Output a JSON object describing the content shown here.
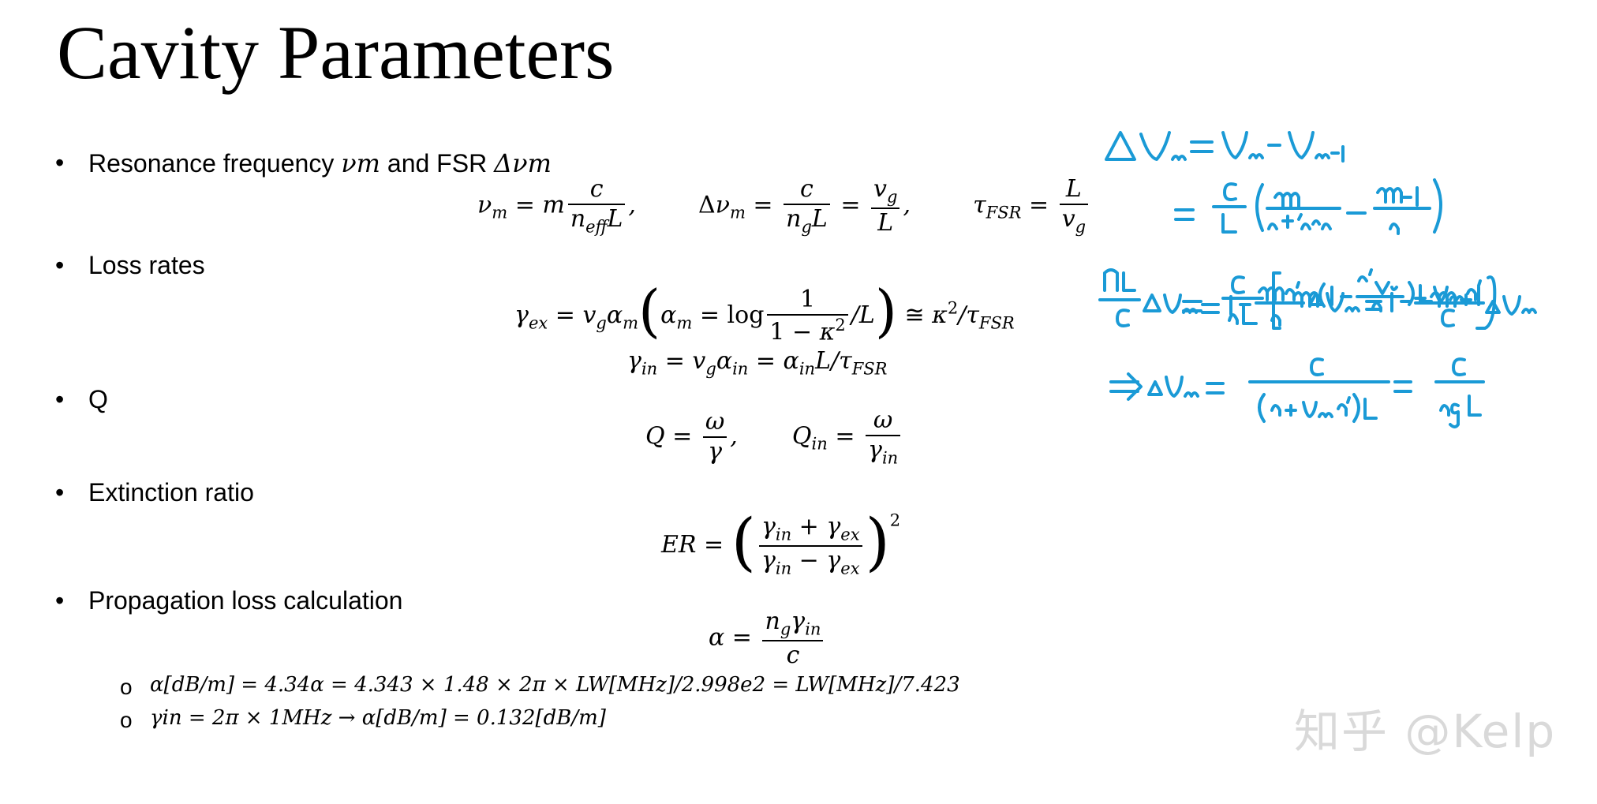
{
  "slide": {
    "title": "Cavity Parameters",
    "bullet_char": "•",
    "sub_bullet_char": "o",
    "bullets": [
      {
        "label": "Resonance frequency",
        "symbol1": "νm",
        "connector": "and FSR",
        "symbol2": "Δνm"
      },
      {
        "label": "Loss rates"
      },
      {
        "label": "Q"
      },
      {
        "label": "Extinction ratio"
      },
      {
        "label": "Propagation loss calculation"
      }
    ],
    "sub_bullets": [
      "α[dB/m] = 4.34α = 4.343 × 1.48 × 2π × LW[MHz]/2.998e2 = LW[MHz]/7.423",
      "γin = 2π × 1MHz → α[dB/m] = 0.132[dB/m]"
    ]
  },
  "watermark": "知乎 @Kelp",
  "ink_color": "#1a9ad6"
}
